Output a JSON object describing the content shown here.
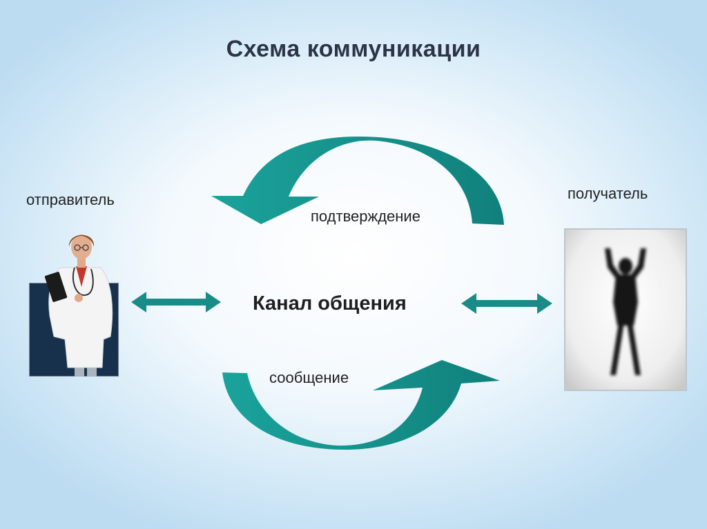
{
  "title": "Схема коммуникации",
  "sender": {
    "label": "отправитель"
  },
  "receiver": {
    "label": "получатель"
  },
  "channel": {
    "label": "Канал общения"
  },
  "feedback": {
    "label": "подтверждение"
  },
  "message": {
    "label": "сообщение"
  },
  "colors": {
    "arrow": "#1a8c88",
    "title": "#2c3447",
    "sender_panel": "#17314d"
  }
}
